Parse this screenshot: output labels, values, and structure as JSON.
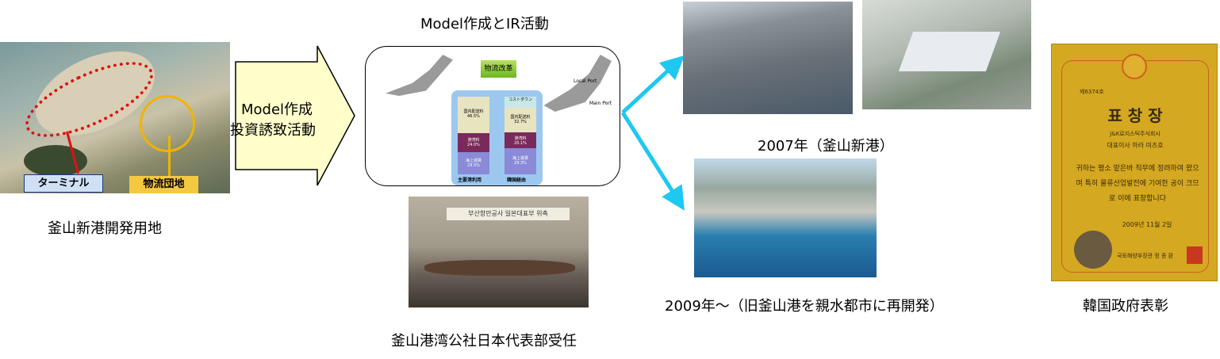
{
  "left": {
    "caption": "釜山新港開発用地",
    "label_terminal": "ターミナル",
    "label_logistics": "物流団地"
  },
  "arrow": {
    "line1": "Model作成",
    "line2": "投資誘致活動"
  },
  "center": {
    "title": "Model作成とIR活動",
    "reform_label": "物流改革",
    "bar_left": {
      "label": "主要港利用",
      "seg1": "国内配送料",
      "seg1_val": "46.5%",
      "seg2": "港湾料",
      "seg2_val": "24.0%",
      "seg3": "海上運賃",
      "seg3_val": "29.5%"
    },
    "bar_right": {
      "label": "韓国経由",
      "seg0": "コストダウン",
      "seg1": "国内配送料",
      "seg1_val": "32.7%",
      "seg2": "港湾料",
      "seg2_val": "20.1%",
      "seg3": "海上運賃",
      "seg3_val": "29.3%"
    },
    "local_port": "Local Port",
    "main_port": "Main Port",
    "caption": "釜山港湾公社日本代表部受任",
    "banner": "부산항만공사 일본대표부 위촉"
  },
  "right": {
    "caption_2007": "2007年（釜山新港）",
    "caption_2009": "2009年～（旧釜山港を親水都市に再開発）"
  },
  "award": {
    "caption": "韓国政府表彰",
    "number": "제6374호",
    "title": "표 창 장",
    "company": "J&K로지스틱주식회사",
    "person": "대표이사 하라 미즈호",
    "body": "귀하는 평소 맡은바 직무에 정려하여 왔으며 특히 물류산업발전에 기여한 공이 크므로 이에 표창합니다",
    "date": "2009년 11월 2일",
    "signer": "국토해양부장관 정 종 환"
  },
  "colors": {
    "arrow_fill": "#ffffcc",
    "cyan": "#1ec8f0",
    "red_dot": "#e01010",
    "yellow": "#f0b400"
  }
}
